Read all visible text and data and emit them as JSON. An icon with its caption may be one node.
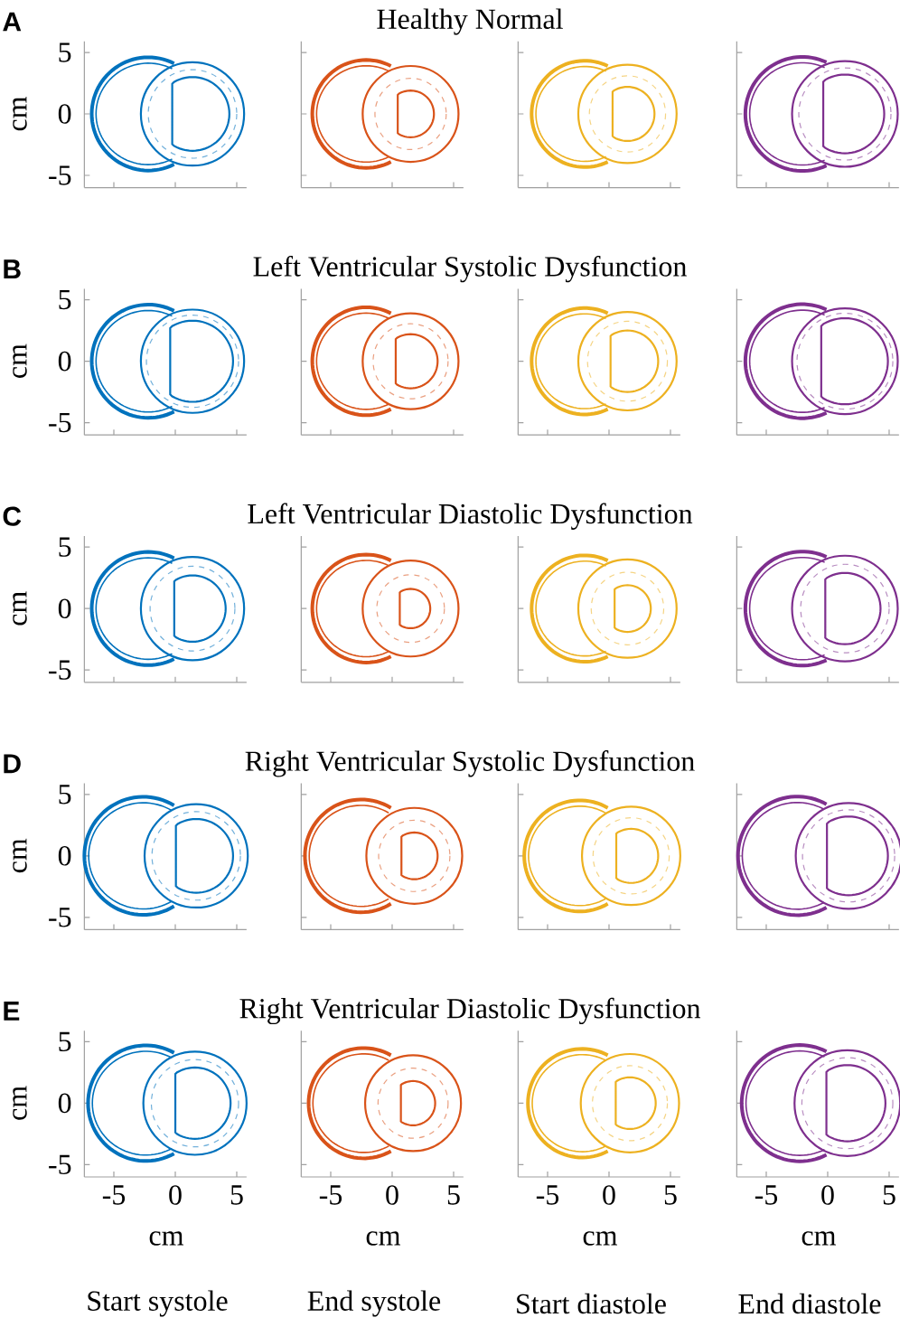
{
  "diagram": {
    "labels": [
      "A",
      "Healthy Normal",
      "5",
      "0",
      "-5",
      "cm",
      "B",
      "Left Ventricular Systolic Dysfunction",
      "5",
      "0",
      "-5",
      "cm",
      "C",
      "Left Ventricular Diastolic Dysfunction",
      "5",
      "0",
      "-5",
      "cm",
      "D",
      "Right Ventricular Systolic Dysfunction",
      "5",
      "0",
      "-5",
      "cm",
      "E",
      "Right Ventricular Diastolic Dysfunction",
      "5",
      "0",
      "-5",
      "cm",
      "-5",
      "0",
      "5",
      "cm",
      "-5",
      "0",
      "5",
      "cm",
      "-5",
      "0",
      "5",
      "cm",
      "-5",
      "0",
      "5",
      "cm",
      "Start systole",
      "End systole",
      "Start diastole",
      "End diastole"
    ]
  }
}
